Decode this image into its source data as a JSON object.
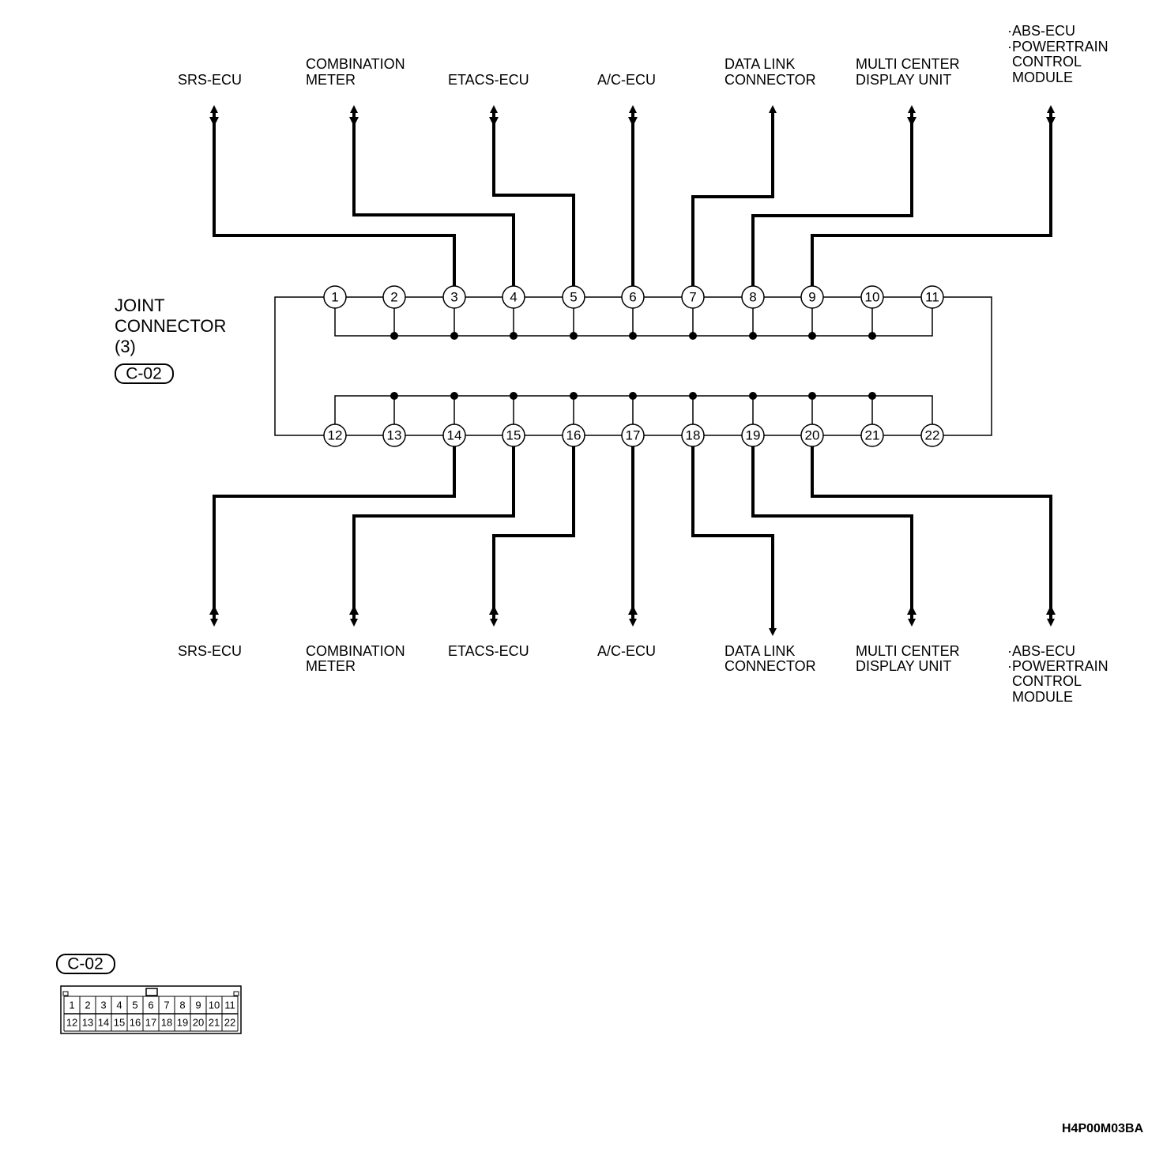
{
  "connector": {
    "title_lines": [
      "JOINT",
      "CONNECTOR",
      "(3)"
    ],
    "code": "C-02"
  },
  "top_labels": [
    [
      "SRS-ECU"
    ],
    [
      "COMBINATION",
      "METER"
    ],
    [
      "ETACS-ECU"
    ],
    [
      "A/C-ECU"
    ],
    [
      "DATA LINK",
      "CONNECTOR"
    ],
    [
      "MULTI CENTER",
      "DISPLAY UNIT"
    ],
    [
      "·ABS-ECU",
      "·POWERTRAIN",
      "CONTROL",
      "MODULE"
    ]
  ],
  "bottom_labels": [
    [
      "SRS-ECU"
    ],
    [
      "COMBINATION",
      "METER"
    ],
    [
      "ETACS-ECU"
    ],
    [
      "A/C-ECU"
    ],
    [
      "DATA LINK",
      "CONNECTOR"
    ],
    [
      "MULTI CENTER",
      "DISPLAY UNIT"
    ],
    [
      "·ABS-ECU",
      "·POWERTRAIN",
      "CONTROL",
      "MODULE"
    ]
  ],
  "top_pins": [
    "1",
    "2",
    "3",
    "4",
    "5",
    "6",
    "7",
    "8",
    "9",
    "10",
    "11"
  ],
  "bottom_pins": [
    "12",
    "13",
    "14",
    "15",
    "16",
    "17",
    "18",
    "19",
    "20",
    "21",
    "22"
  ],
  "connector_face": {
    "code": "C-02",
    "top_row": [
      "1",
      "2",
      "3",
      "4",
      "5",
      "6",
      "7",
      "8",
      "9",
      "10",
      "11"
    ],
    "bottom_row": [
      "12",
      "13",
      "14",
      "15",
      "16",
      "17",
      "18",
      "19",
      "20",
      "21",
      "22"
    ]
  },
  "figure_code": "H4P00M03BA"
}
